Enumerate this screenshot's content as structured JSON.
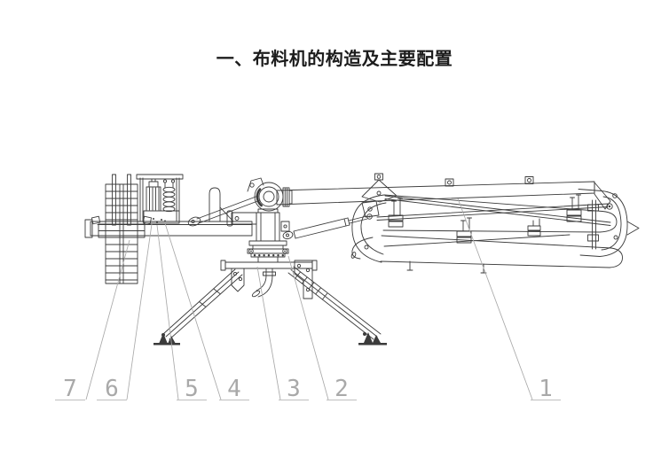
{
  "page": {
    "background_color": "#ffffff",
    "heading": "一、布料机的构造及主要配置"
  },
  "figure": {
    "line_color": "#3b3b3b",
    "callout_color": "#a9a9a9",
    "callouts": [
      {
        "number": "1"
      },
      {
        "number": "2"
      },
      {
        "number": "3"
      },
      {
        "number": "4"
      },
      {
        "number": "5"
      },
      {
        "number": "6"
      },
      {
        "number": "7"
      }
    ]
  }
}
